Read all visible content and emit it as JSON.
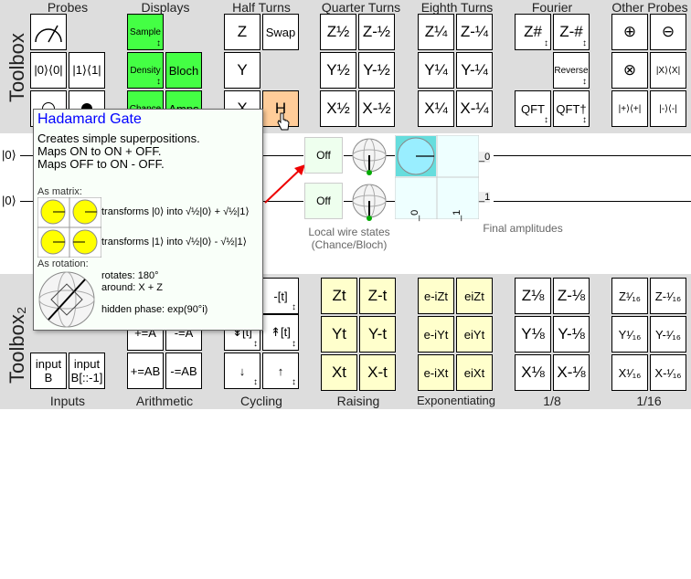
{
  "toolbox1": {
    "title": "Toolbox",
    "groups": {
      "probes": "Probes",
      "displays": "Displays",
      "half_turns": "Half Turns",
      "quarter_turns": "Quarter Turns",
      "eighth_turns": "Eighth Turns",
      "fourier": "Fourier",
      "other_probes": "Other Probes"
    },
    "gates": {
      "p2": "|0⟩⟨0|",
      "p3": "|1⟩⟨1|",
      "sample": "Sample",
      "density": "Density",
      "bloch": "Bloch",
      "chance": "Chance",
      "amps": "Amps",
      "z": "Z",
      "swap": "Swap",
      "y": "Y",
      "x": "X",
      "h": "H",
      "qz1": "Z½",
      "qz2": "Z-½",
      "qy1": "Y½",
      "qy2": "Y-½",
      "qx1": "X½",
      "qx2": "X-½",
      "ez1": "Z¼",
      "ez2": "Z-¼",
      "ey1": "Y¼",
      "ey2": "Y-¼",
      "ex1": "X¼",
      "ex2": "X-¼",
      "fz1": "Z#",
      "fz2": "Z-#",
      "reverse": "Reverse",
      "qft": "QFT",
      "qftd": "QFT†",
      "o1": "⊕",
      "o2": "⊖",
      "o3": "⊗",
      "o4": "|X⟩⟨X|",
      "o5": "|+⟩⟨+|",
      "o6": "|-⟩⟨-|"
    }
  },
  "circuit": {
    "wire0_label": "|0⟩",
    "wire1_label": "|0⟩",
    "off0": "Off",
    "off1": "Off",
    "local_states_line1": "Local wire states",
    "local_states_line2": "(Chance/Bloch)",
    "amp_label_0": "_0",
    "amp_label_1": "_1",
    "amp_col_0": "_0",
    "amp_col_1": "_1",
    "final_amplitudes": "Final amplitudes"
  },
  "popup": {
    "title": "Hadamard Gate",
    "desc1": "Creates simple superpositions.",
    "desc2": "Maps ON to ON + OFF.",
    "desc3": "Maps OFF to ON - OFF.",
    "as_matrix": "As matrix:",
    "transform1": "transforms |0⟩ into √½|0⟩ + √½|1⟩",
    "transform2": "transforms |1⟩ into √½|0⟩ - √½|1⟩",
    "as_rotation": "As rotation:",
    "rotates": "rotates: 180°",
    "around": "around: X + Z",
    "phase": "hidden phase: exp(90°i)"
  },
  "toolbox2": {
    "title": "Toolbox₂",
    "groups": {
      "inputs": "Inputs",
      "arithmetic": "Arithmetic",
      "cycling": "Cycling",
      "raising": "Raising",
      "exponentiating": "Exponentiating",
      "eighth": "1/8",
      "sixteenth": "1/16"
    },
    "gates": {
      "inputb": "input B",
      "inputbr": "input B[::-1]",
      "addA": "+=A",
      "subA": "-=A",
      "addAB": "+=AB",
      "subAB": "-=AB",
      "cyc1": "-[t]",
      "cyc2": "↡[t]",
      "cyc3": "↟[t]",
      "cyc4": "↓",
      "cyc5": "↑",
      "zt": "Zt",
      "zmt": "Z-t",
      "yt": "Yt",
      "ymt": "Y-t",
      "xt": "Xt",
      "xmt": "X-t",
      "eiz1": "e-iZt",
      "eiz2": "eiZt",
      "eiy1": "e-iYt",
      "eiy2": "eiYt",
      "eix1": "e-iXt",
      "eix2": "eiXt",
      "z8": "Z⅛",
      "zm8": "Z-⅛",
      "y8": "Y⅛",
      "ym8": "Y-⅛",
      "x8": "X⅛",
      "xm8": "X-⅛",
      "z16": "Z¹⁄₁₆",
      "zm16": "Z-¹⁄₁₆",
      "y16": "Y¹⁄₁₆",
      "ym16": "Y-¹⁄₁₆",
      "x16": "X¹⁄₁₆",
      "xm16": "X-¹⁄₁₆"
    }
  },
  "colors": {
    "display_green": "#44ff44",
    "hover_orange": "#ffcc99",
    "param_yellow": "#ffffcc",
    "amplitude_cyan": "#66dddd",
    "bloch_dot": "#00aa00",
    "arrow_red": "#ee0000",
    "popup_title": "#0000ff"
  }
}
